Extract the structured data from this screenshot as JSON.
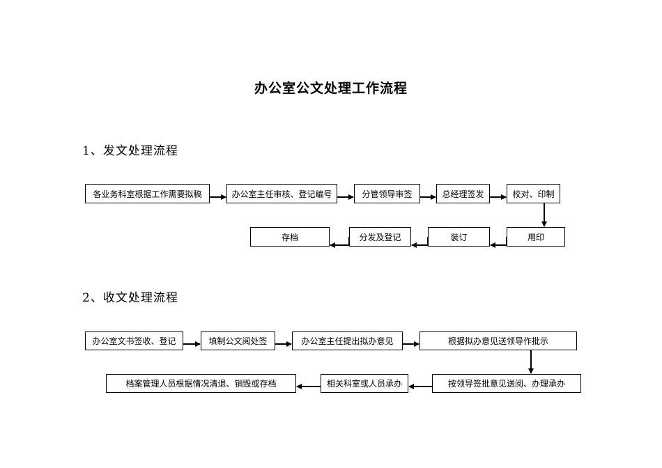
{
  "title": "办公室公文处理工作流程",
  "section1": {
    "heading": "1、发文处理流程",
    "steps": [
      "各业务科室根据工作需要拟稿",
      "办公室主任审核、登记编号",
      "分管领导审签",
      "总经理签发",
      "校对、印制",
      "用印",
      "装订",
      "分发及登记",
      "存档"
    ]
  },
  "section2": {
    "heading": "2、收文处理流程",
    "steps": [
      "办公室文书签收、登记",
      "填制公文阅处签",
      "办公室主任提出拟办意见",
      "根据拟办意见送领导作批示",
      "按领导签批意见送阅、办理承办",
      "相关科室或人员承办",
      "档案管理人员根据情况清退、销毁或存档"
    ]
  }
}
